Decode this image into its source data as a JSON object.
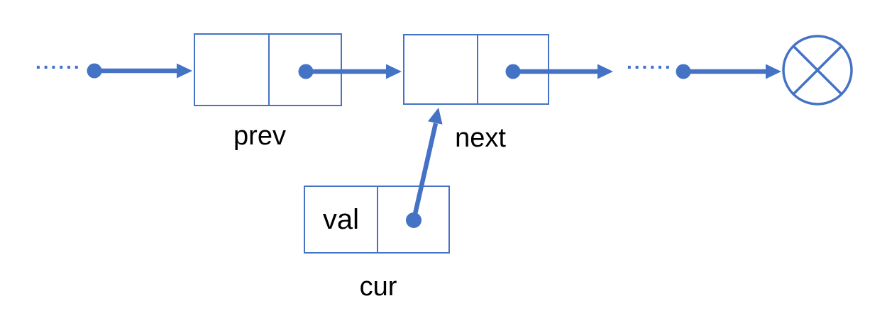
{
  "diagram": {
    "type": "linked-list-insertion",
    "accent_color": "#4472C4",
    "text_color": "#000000",
    "ellipsis_left": "......",
    "ellipsis_right": "......",
    "nodes": [
      {
        "id": "prev",
        "label": "prev",
        "cells": [
          "",
          ""
        ]
      },
      {
        "id": "next",
        "label": "next",
        "cells": [
          "",
          ""
        ]
      },
      {
        "id": "cur",
        "label": "cur",
        "cells": [
          "val",
          ""
        ]
      }
    ]
  }
}
